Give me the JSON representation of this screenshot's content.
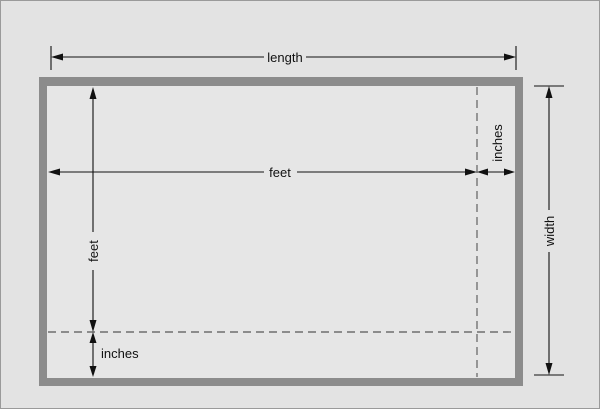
{
  "labels": {
    "length": "length",
    "width": "width",
    "feet_horizontal": "feet",
    "inches_vertical_strip": "inches",
    "feet_vertical": "feet",
    "inches_horizontal_strip": "inches"
  },
  "colors": {
    "background": "#e3e3e3",
    "frame": "#8c8c8c",
    "interior": "#e6e6e6",
    "lines": "#111111"
  }
}
